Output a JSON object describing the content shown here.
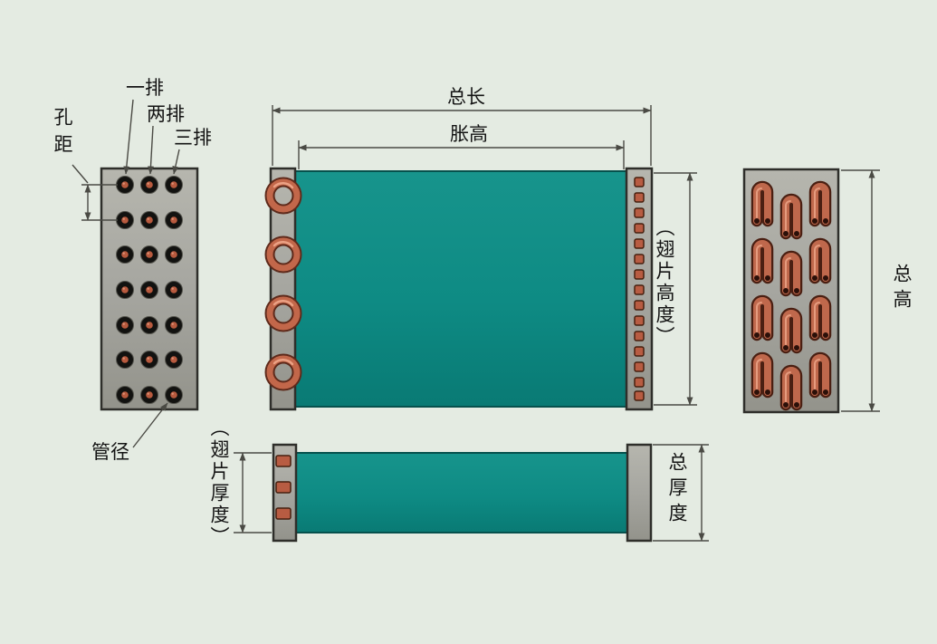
{
  "diagram": {
    "front_view": {
      "hole_pitch_label": "孔距",
      "row1_label": "一排",
      "row2_label": "两排",
      "row3_label": "三排",
      "pipe_diameter_label": "管径"
    },
    "main_view": {
      "total_length_label": "总长",
      "expanded_height_label": "胀高",
      "fin_height_label": "（翅片高度）"
    },
    "side_view": {
      "fin_thickness_label": "（翅片厚度）",
      "total_thickness_label": "总厚度"
    },
    "back_view": {
      "total_height_label": "总高"
    },
    "colors": {
      "background": "#e4ebe2",
      "end_plate": "#a6a6a0",
      "fin_pack": "#0e8b84",
      "copper_tube": "#bf684c",
      "dimension_line": "#4a4a44"
    }
  }
}
